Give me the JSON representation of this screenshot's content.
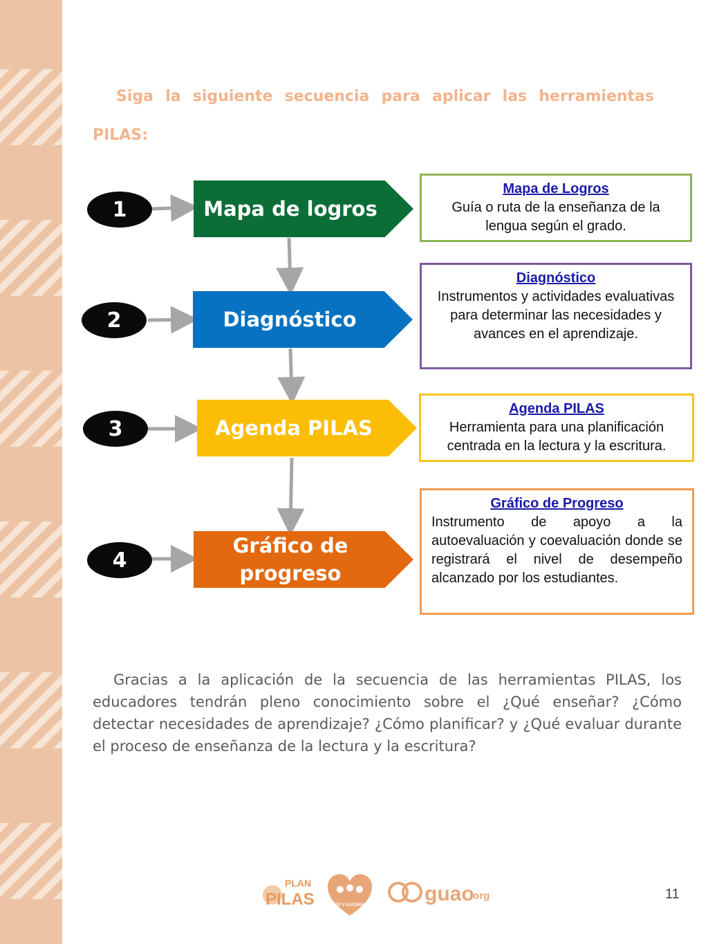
{
  "intro": {
    "line1": "Siga la siguiente secuencia para aplicar las herramientas",
    "line2": "PILAS:"
  },
  "steps": [
    {
      "number": "1",
      "label": "Mapa de logros",
      "color": "#0b6e36",
      "desc_title": "Mapa de Logros",
      "desc_body": "Guía o ruta de la enseñanza  de la lengua según el grado.",
      "border": "#8db456"
    },
    {
      "number": "2",
      "label": "Diagnóstico",
      "color": "#0772c1",
      "desc_title": "Diagnóstico",
      "desc_body": "Instrumentos y actividades evaluativas para determinar las necesidades  y avances en el aprendizaje.",
      "border": "#7d5a9c"
    },
    {
      "number": "3",
      "label": "Agenda PILAS",
      "color": "#fbbd05",
      "desc_title": "Agenda PILAS",
      "desc_body": "Herramienta para una planificación centrada en la lectura y la escritura.",
      "border": "#f6c31f"
    },
    {
      "number": "4",
      "label": "Gráfico de progreso",
      "color": "#e2690f",
      "desc_title": "Gráfico de Progreso",
      "desc_body": "Instrumento de apoyo a la autoevaluación y coevaluación donde se registrará el nivel de desempeño alcanzado por los estudiantes.",
      "border": "#f09a52"
    }
  ],
  "paragraph": "Gracias a la aplicación de la secuencia de las herramientas PILAS, los educadores tendrán pleno conocimiento sobre el ¿Qué enseñar? ¿Cómo detectar necesidades de aprendizaje? ¿Cómo planificar? y ¿Qué evaluar durante el proceso de enseñanza de la lectura y la escritura?",
  "footer": {
    "logo1_top": "PLAN",
    "logo1_bottom": "PILAS",
    "logo2_small": "FE Y ALEGRIA",
    "logo3": "guao",
    "logo3_suffix": ".org",
    "page_number": "11"
  }
}
